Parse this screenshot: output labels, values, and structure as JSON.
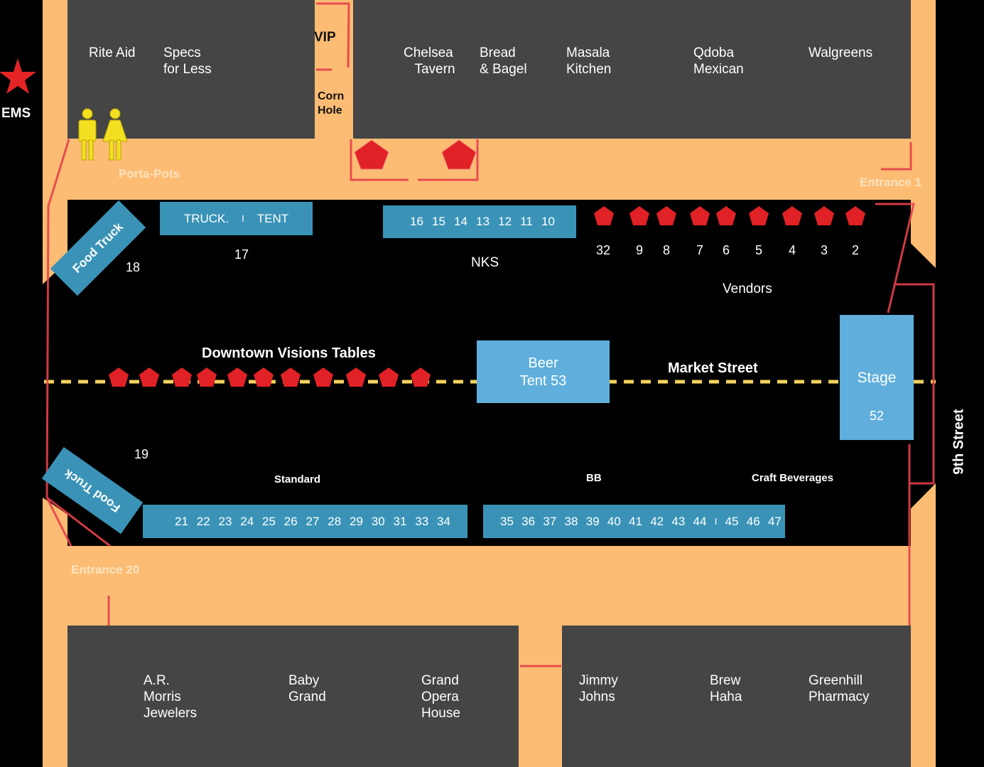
{
  "ems": {
    "label": "EMS",
    "color": "#E52426"
  },
  "streets": {
    "main": "Market Street",
    "side": "9th Street"
  },
  "entrances": {
    "e1": "Entrance 1",
    "e20": "Entrance 20"
  },
  "facilities": {
    "porta_pots": "Porta-Pots",
    "vip": "VIP",
    "corn_hole": "Corn\nHole"
  },
  "buildings_top": [
    "Rite Aid",
    "Specs\nfor Less",
    "Chelsea\n   Tavern",
    "Bread\n& Bagel",
    "Masala\nKitchen",
    "Qdoba\nMexican",
    "Walgreens"
  ],
  "buildings_bottom": [
    "A.R.\nMorris\nJewelers",
    "Baby\nGrand",
    "Grand\nOpera\nHouse",
    "Jimmy\nJohns",
    "Brew\nHaha",
    "Greenhill\nPharmacy"
  ],
  "food_truck_label": "Food Truck",
  "truck_tent": {
    "left": "TRUCK.",
    "sep": "I",
    "right": "TENT",
    "number": "17"
  },
  "nks": {
    "label": "NKS",
    "numbers": [
      "16",
      "15",
      "14",
      "13",
      "12",
      "11",
      "10"
    ]
  },
  "vendors": {
    "label": "Vendors",
    "numbers": [
      "32",
      "9",
      "8",
      "7",
      "6",
      "5",
      "4",
      "3",
      "2"
    ]
  },
  "spot_labels": {
    "s18": "18",
    "s19": "19"
  },
  "downtown_visions": "Downtown Visions Tables",
  "beer_tent": "Beer\nTent 53",
  "stage": {
    "label": "Stage",
    "number": "52"
  },
  "sections": {
    "standard": "Standard",
    "bb": "BB",
    "craft": "Craft Beverages"
  },
  "standard_numbers": [
    "21",
    "22",
    "23",
    "24",
    "25",
    "26",
    "27",
    "28",
    "29",
    "30",
    "31",
    "33",
    "34"
  ],
  "bb_numbers": [
    "35",
    "36",
    "37",
    "38",
    "39",
    "40",
    "41",
    "42",
    "43",
    "44",
    "I",
    "45",
    "46",
    "47"
  ],
  "colors": {
    "road": "#FDBC73",
    "building": "#454545",
    "tent": "#3A93B7",
    "tent_light": "#5FAEDC",
    "marker": "#E02126",
    "boundary": "#E5404A",
    "centerline": "#F4D35E",
    "people": "#F2E020"
  }
}
